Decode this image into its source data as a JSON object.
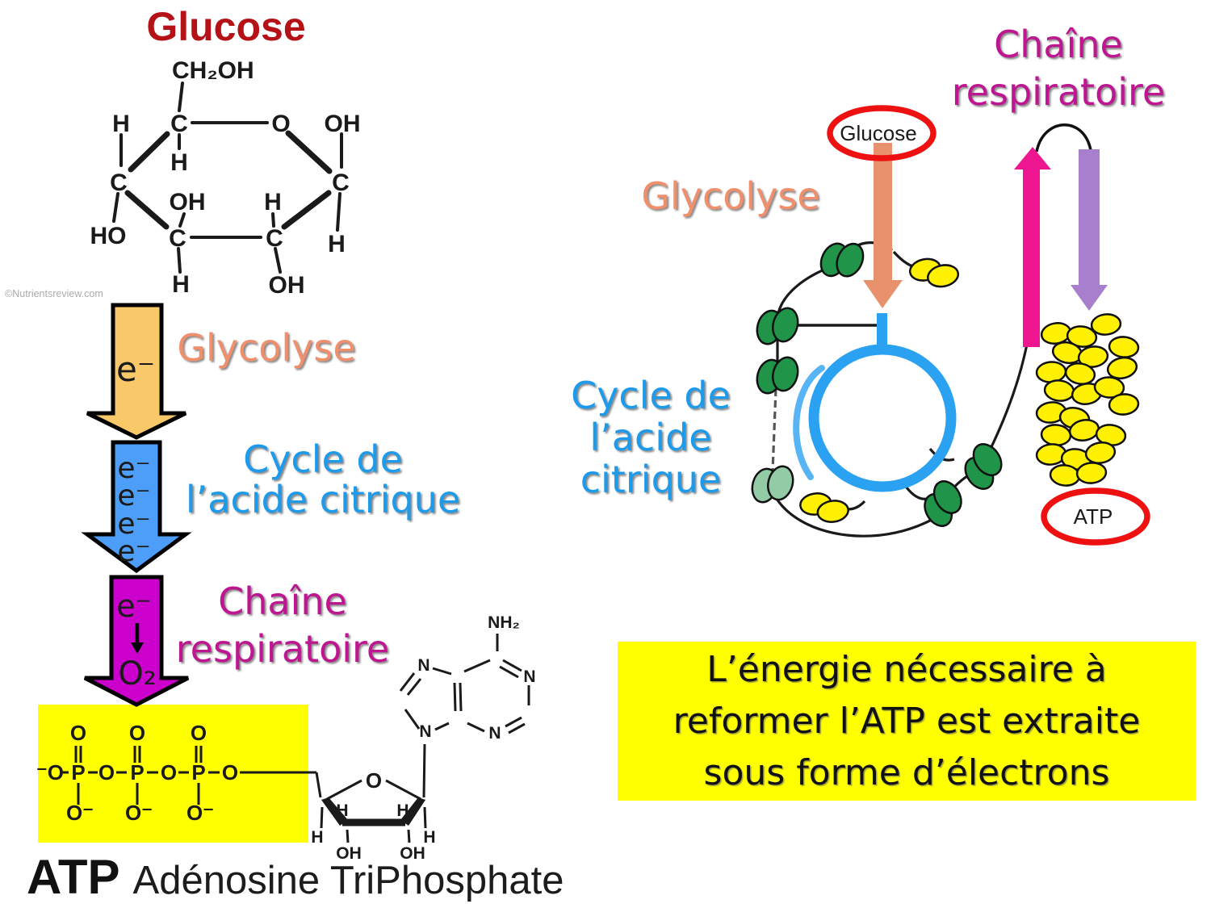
{
  "title": {
    "glucose": "Glucose"
  },
  "watermark": "©Nutrientsreview.com",
  "glucose_structure": {
    "formula_top": "CH₂OH",
    "atoms": [
      "H",
      "C",
      "O",
      "OH",
      "H",
      "C",
      "OH",
      "H",
      "C",
      "HO",
      "C",
      "C",
      "H",
      "H",
      "OH"
    ]
  },
  "flow": {
    "glycolysis_label": "Glycolyse",
    "glycolysis_electron": "e⁻",
    "citric_line1": "Cycle de",
    "citric_line2": "l’acide citrique",
    "citric_electrons": [
      "e⁻",
      "e⁻",
      "e⁻",
      "e⁻"
    ],
    "chain_line1": "Chaîne",
    "chain_line2": "respiratoire",
    "chain_electron": "e⁻",
    "chain_oxygen": "O₂"
  },
  "atp_structure": {
    "phosphate_left": "⁻O",
    "p": "P",
    "o": "O",
    "o_minus": "O⁻",
    "ribose_o": "O",
    "h": "H",
    "oh": "OH",
    "adenine_nh2": "NH₂",
    "n": "N"
  },
  "atp_caption": {
    "abbr": "ATP",
    "full": "Adénosine TriPhosphate"
  },
  "right_diagram": {
    "chain_line1": "Chaîne",
    "chain_line2": "respiratoire",
    "glycolysis_label": "Glycolyse",
    "citric_line1": "Cycle de",
    "citric_line2": "l’acide",
    "citric_line3": "citrique",
    "glucose_label": "Glucose",
    "atp_label": "ATP"
  },
  "info_box": {
    "line1": "L’énergie nécessaire à",
    "line2": "reformer l’ATP est extraite",
    "line3": "sous forme d’électrons"
  },
  "colors": {
    "title_red": "#B51218",
    "salmon": "#EF8F6C",
    "blue": "#1E9AEA",
    "magenta": "#BD1690",
    "arrow_orange": "#F9C869",
    "arrow_blue": "#4D9EF8",
    "arrow_magenta": "#CC00CC",
    "diagram_salmon": "#E8916D",
    "diagram_pink": "#EE1690",
    "diagram_purple": "#A87FCC",
    "green_dark": "#209448",
    "green_light": "#93CBA7",
    "yellow": "#FFF101",
    "cycle_blue": "#2BA1F1",
    "highlight_yellow": "#FFFF00",
    "oval_red": "#EE1111"
  }
}
